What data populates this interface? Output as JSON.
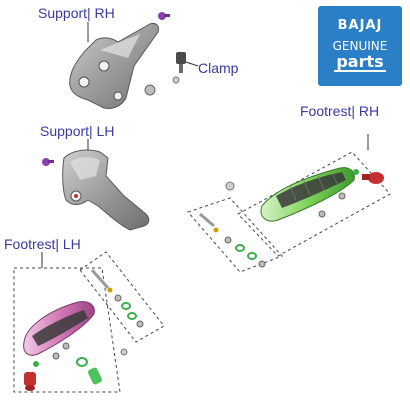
{
  "labels": {
    "support_rh": "Support| RH",
    "clamp": "Clamp",
    "support_lh": "Support| LH",
    "footrest_rh": "Footrest| RH",
    "footrest_lh": "Footrest| LH"
  },
  "logo": {
    "brand": "BAJAJ",
    "line1": "GENUINE",
    "line2": "parts"
  },
  "colors": {
    "label_text": "#3a3aa0",
    "logo_bg": "#2a7fc7",
    "bracket_grey": "#9a9a9a",
    "footrest_rh_green": "#7fd35a",
    "footrest_lh_pink": "#d47ab8",
    "purple_bolt": "#8a3fb0",
    "red_part": "#c43030",
    "green_part": "#3cae4a"
  }
}
